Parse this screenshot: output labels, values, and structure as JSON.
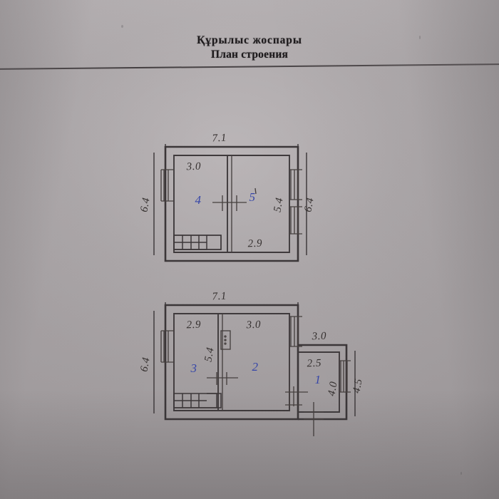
{
  "document": {
    "title_kk": "Құрылыс  жоспары",
    "title_ru": "План строения",
    "paper_color": "#a6a1a3",
    "ink_color": "#3b3638",
    "pen_color": "#3646a8"
  },
  "plans": [
    {
      "id": "upper-plan",
      "name": "upper-floor-plan",
      "overall_width": "7.1",
      "overall_height_left": "6.4",
      "overall_height_right": "6.4",
      "inner_height": "5.4",
      "rooms": [
        {
          "number": "4",
          "width": "3.0"
        },
        {
          "number": "5",
          "width": "2.9"
        }
      ]
    },
    {
      "id": "lower-plan",
      "name": "lower-floor-plan",
      "overall_width": "7.1",
      "overall_height_left": "6.4",
      "inner_height": "5.4",
      "annex_width": "3.0",
      "annex_height_inner": "4.0",
      "annex_height_outer": "4.5",
      "rooms": [
        {
          "number": "3",
          "width": "2.9"
        },
        {
          "number": "2",
          "width": "3.0"
        },
        {
          "number": "1",
          "width": "2.5"
        }
      ]
    }
  ],
  "labels": {
    "u_top": "7.1",
    "u_left": "6.4",
    "u_right": "6.4",
    "u_inner_right": "5.4",
    "u_room_left_w": "3.0",
    "u_room_right_w": "2.9",
    "u_room_left_n": "4",
    "u_room_right_n": "5",
    "l_top": "7.1",
    "l_left": "6.4",
    "l_inner": "5.4",
    "l_room3_w": "2.9",
    "l_room2_w": "3.0",
    "l_annex_w": "3.0",
    "l_annex_inner_w": "2.5",
    "l_annex_h": "4.0",
    "l_annex_h_out": "4.5",
    "l_room3_n": "3",
    "l_room2_n": "2",
    "l_room1_n": "1"
  }
}
